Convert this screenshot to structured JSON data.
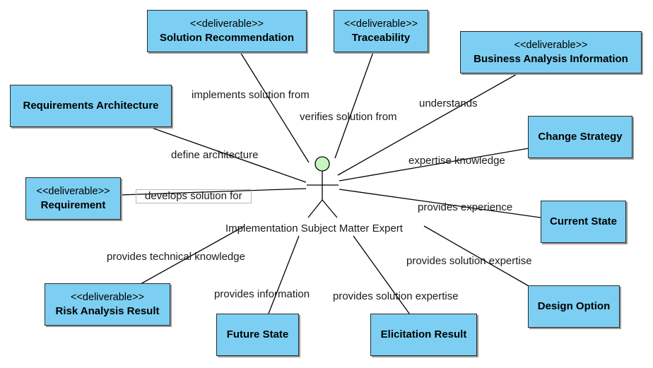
{
  "colors": {
    "box_fill": "#7ccff2",
    "actor_head": "#c7f5c0",
    "line": "#000000"
  },
  "actor": {
    "name": "Implementation Subject Matter Expert"
  },
  "boxes": {
    "solution_recommendation": {
      "stereotype": "<<deliverable>>",
      "name": "Solution Recommendation"
    },
    "traceability": {
      "stereotype": "<<deliverable>>",
      "name": "Traceability"
    },
    "business_analysis_information": {
      "stereotype": "<<deliverable>>",
      "name": "Business Analysis Information"
    },
    "requirements_architecture": {
      "name": "Requirements Architecture"
    },
    "change_strategy": {
      "name": "Change Strategy"
    },
    "requirement": {
      "stereotype": "<<deliverable>>",
      "name": "Requirement"
    },
    "current_state": {
      "name": "Current State"
    },
    "risk_analysis_result": {
      "stereotype": "<<deliverable>>",
      "name": "Risk Analysis Result"
    },
    "design_option": {
      "name": "Design Option"
    },
    "future_state": {
      "name": "Future State"
    },
    "elicitation_result": {
      "name": "Elicitation Result"
    }
  },
  "connectors": {
    "implements": "implements  solution from",
    "verifies": "verifies solution from",
    "understands": "understands",
    "define_architecture": "define architecture",
    "expertise_knowledge": "expertise knowledge",
    "develops": "develops solution for",
    "provides_experience": "provides experience",
    "provides_technical": "provides technical knowledge",
    "provides_solution_expertise_design": "provides solution expertise",
    "provides_information": "provides information",
    "provides_solution_expertise_elicitation": "provides solution expertise"
  }
}
